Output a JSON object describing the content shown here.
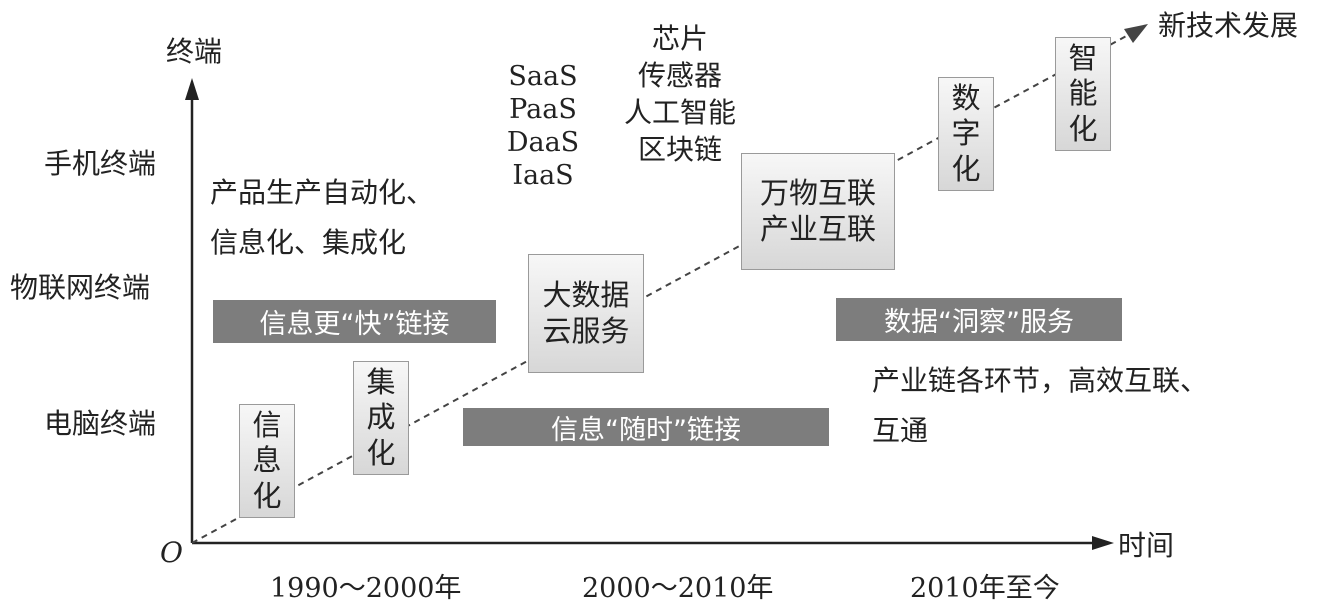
{
  "axes": {
    "y_title": "终端",
    "x_title": "时间",
    "origin": "O",
    "trend_label": "新技术发展"
  },
  "y_labels": [
    "手机终端",
    "物联网终端",
    "电脑终端"
  ],
  "x_labels": [
    "1990～2000年",
    "2000～2010年",
    "2010年至今"
  ],
  "stages": {
    "informatization": [
      "信",
      "息",
      "化"
    ],
    "integration": [
      "集",
      "成",
      "化"
    ],
    "bigdata_cloud": [
      "大数据",
      "云服务"
    ],
    "iot_industry": [
      "万物互联",
      "产业互联"
    ],
    "digitalization": [
      "数",
      "字",
      "化"
    ],
    "intelligence": [
      "智",
      "能",
      "化"
    ]
  },
  "services": [
    "SaaS",
    "PaaS",
    "DaaS",
    "IaaS"
  ],
  "tech": [
    "芯片",
    "传感器",
    "人工智能",
    "区块链"
  ],
  "bars": {
    "fast_link": "信息更“快”链接",
    "anytime_link": "信息“随时”链接",
    "insight_service": "数据“洞察”服务"
  },
  "texts": {
    "automation": [
      "产品生产自动化、",
      "信息化、集成化"
    ],
    "industry_chain": [
      "产业链各环节，高效互联、",
      "互通"
    ]
  }
}
